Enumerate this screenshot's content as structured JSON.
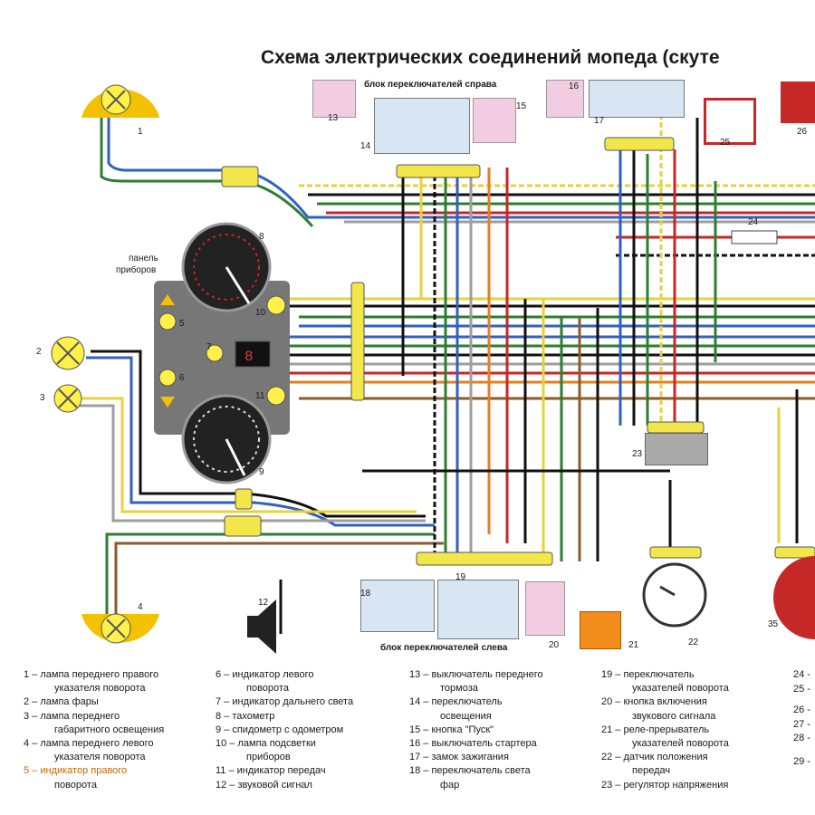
{
  "title": "Схема электрических соединений мопеда (скуте",
  "block_labels": {
    "right_switches": "блок переключателей справа",
    "left_switches": "блок переключателей слева",
    "instrument_panel_line1": "панель",
    "instrument_panel_line2": "приборов"
  },
  "component_numbers": {
    "n1": "1",
    "n2": "2",
    "n3": "3",
    "n4": "4",
    "n5": "5",
    "n6": "6",
    "n7": "7",
    "n8": "8",
    "n9": "9",
    "n10": "10",
    "n11": "11",
    "n12": "12",
    "n13": "13",
    "n14": "14",
    "n15": "15",
    "n16": "16",
    "n17": "17",
    "n18": "18",
    "n19": "19",
    "n20": "20",
    "n21": "21",
    "n22": "22",
    "n23": "23",
    "n24": "24",
    "n25": "25",
    "n26": "26",
    "n35": "35"
  },
  "legend_col1": [
    "1 – лампа переднего правого",
    "указателя поворота",
    "2 – лампа фары",
    "3 – лампа переднего",
    "габаритного освещения",
    "4 – лампа переднего левого",
    "указателя поворота",
    "5 – индикатор правого",
    "поворота"
  ],
  "legend_col2": [
    "6 – индикатор левого",
    "поворота",
    "7 – индикатор дальнего света",
    "8 – тахометр",
    "9 – спидометр с одометром",
    "10 – лампа подсветки",
    "приборов",
    "11 – индикатор передач",
    "12 – звуковой сигнал"
  ],
  "legend_col3": [
    "13 – выключатель переднего",
    "тормоза",
    "14 – переключатель",
    "освещения",
    "15 – кнопка \"Пуск\"",
    "16 – выключатель стартера",
    "17 – замок зажигания",
    "18 – переключатель света",
    "фар"
  ],
  "legend_col4": [
    "19 – переключатель",
    "указателей поворота",
    "20 – кнопка включения",
    "звукового сигнала",
    "21 – реле-прерыватель",
    "указателей поворота",
    "22 – датчик положения",
    "передач",
    "23 – регулятор напряжения"
  ],
  "legend_col5": [
    "24 -",
    "25 -",
    "26 -",
    "27 -",
    "28 -",
    "29 -"
  ],
  "colors": {
    "green": "#2e7d32",
    "blue": "#3060c0",
    "yellow": "#e8d23a",
    "black": "#111111",
    "red": "#c62828",
    "brown": "#8d5a2b",
    "orange": "#e67e22",
    "grey": "#9e9e9e",
    "lamp": "#fff04a",
    "cap": "#f2c200",
    "switch": "#d8e6f3",
    "pink": "#f2cce0"
  }
}
